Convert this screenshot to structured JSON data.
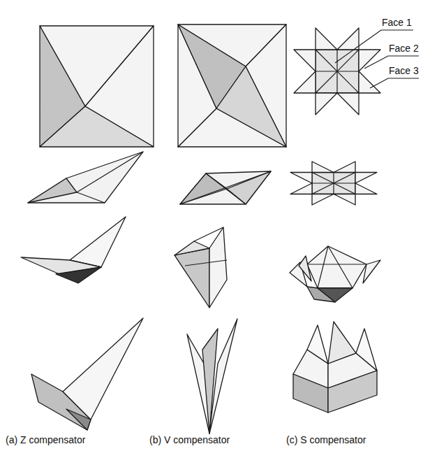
{
  "diagram": {
    "labels": [
      "Face 1",
      "Face 2",
      "Face 3",
      "(a) Z compensator",
      "(b) V compensator",
      "(c) S compensator"
    ]
  }
}
